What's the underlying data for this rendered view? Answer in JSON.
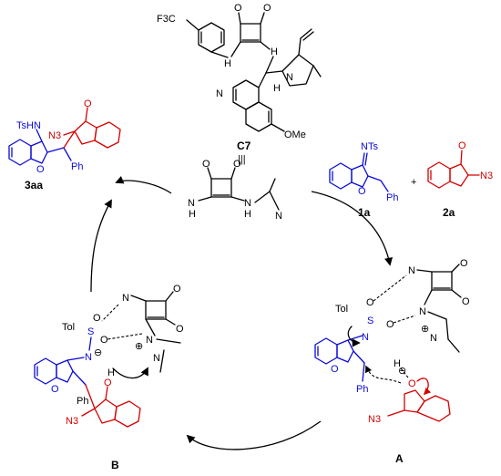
{
  "catalyst": {
    "label": "C7",
    "cf3": "F3C",
    "nh_left": "H",
    "nh_right": "H",
    "n_quin": "N",
    "n_quinuclidine": "N",
    "h_center": "H",
    "ome": "OMe"
  },
  "equiv": "|||",
  "reagents": {
    "r1": {
      "label": "1a",
      "nts": "NTs",
      "o": "O",
      "ph": "Ph"
    },
    "plus": "+",
    "r2": {
      "label": "2a",
      "o": "O",
      "n3": "N3"
    }
  },
  "product": {
    "label": "3aa",
    "tshn": "TsHN",
    "n3": "N3",
    "o": "O",
    "ph": "Ph",
    "ofuran": "O"
  },
  "intermediates": {
    "A": {
      "label": "A",
      "tol": "Tol",
      "s": "S",
      "o1": "O",
      "o2": "O",
      "n": "N",
      "ofuran": "O",
      "ph": "Ph",
      "n3": "N3",
      "h": "H",
      "plus": "⊕",
      "minus": "⊖",
      "ominus": "O"
    },
    "B": {
      "label": "B",
      "tol": "Tol",
      "s": "S",
      "o1": "O",
      "o2": "O",
      "n": "N",
      "ofuran": "O",
      "ph": "Ph",
      "n3": "N3",
      "h": "H",
      "plus": "⊕",
      "minus": "⊖",
      "oketone": "O"
    }
  },
  "catalyst_core": {
    "n1": "N",
    "n2": "N",
    "h1": "H",
    "h2": "H",
    "n3": "N",
    "o1": "O",
    "o2": "O"
  },
  "colors": {
    "substrate1": "#0a0ad8",
    "substrate2": "#d40000",
    "catalyst": "#000000"
  }
}
